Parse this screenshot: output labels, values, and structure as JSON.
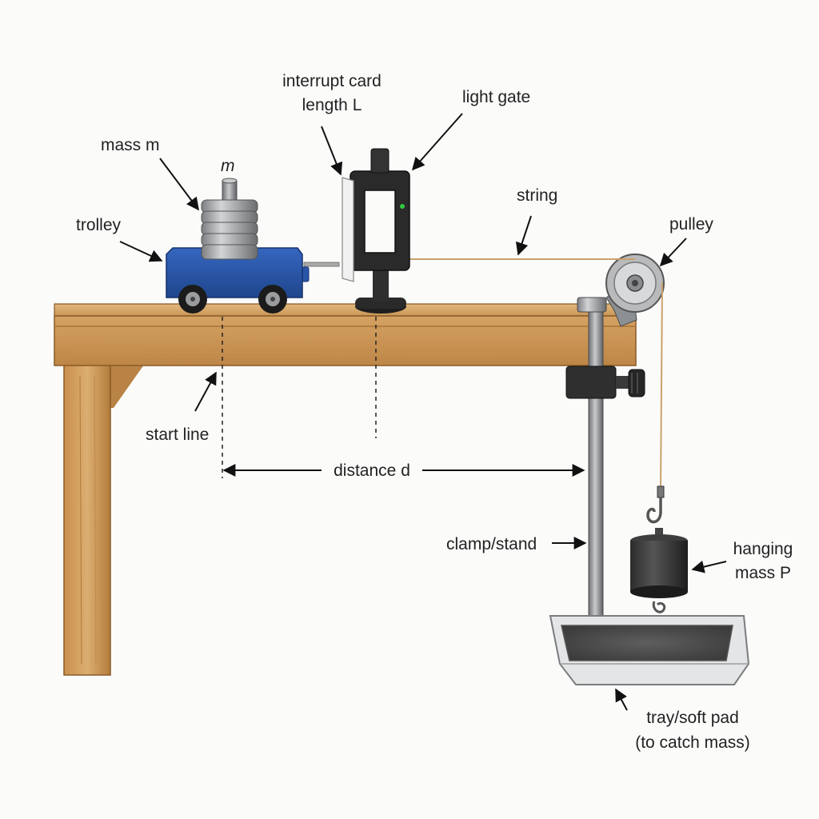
{
  "labels": {
    "mass": {
      "text": "mass ",
      "symbol": "m"
    },
    "mass_symbol": "m",
    "trolley": "trolley",
    "interrupt_card": {
      "line1": "interrupt card",
      "line2": "length ",
      "symbol": "L"
    },
    "light_gate": "light gate",
    "string": "string",
    "pulley": "pulley",
    "start_line": "start line",
    "distance": {
      "text": "distance ",
      "symbol": "d"
    },
    "clamp_stand": "clamp/stand",
    "hanging_mass": {
      "line1": "hanging",
      "line2": "mass ",
      "symbol": "P"
    },
    "tray": {
      "line1": "tray/soft pad",
      "line2": "(to catch mass)"
    }
  },
  "colors": {
    "wood_light": "#d8a96a",
    "wood_dark": "#a97437",
    "trolley_blue": "#2a56a8",
    "metal_grey": "#8b8d90",
    "gate_black": "#2a2a2a",
    "indicator_green": "#2ecc40",
    "string_tan": "#c9a26a"
  }
}
